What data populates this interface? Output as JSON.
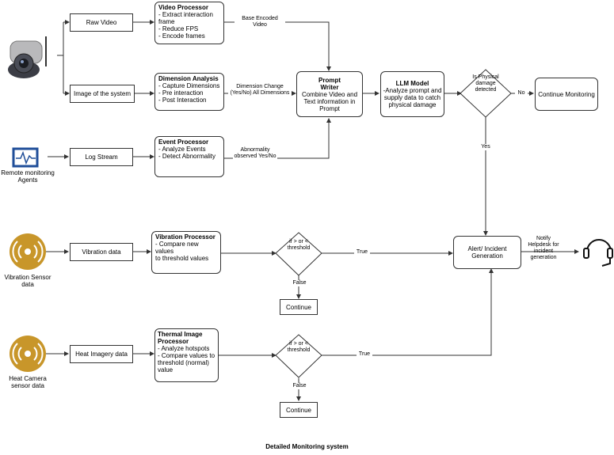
{
  "title": "Detailed Monitoring system",
  "sources": {
    "camera_icon": "security-camera-icon",
    "agents": "Remote monitoring Agents",
    "vibration": "Vibration Sensor data",
    "heat": "Heat Camera sensor data"
  },
  "inputs": {
    "raw_video": "Raw Video",
    "image_system": "Image of the system",
    "log_stream": "Log Stream",
    "vibration_data": "Vibration data",
    "heat_imagery": "Heat Imagery data"
  },
  "processors": {
    "video": {
      "title": "Video Processor",
      "lines": [
        "- Extract interaction frame",
        "- Reduce FPS",
        "-  Encode  frames"
      ]
    },
    "dimension": {
      "title": "Dimension Analysis",
      "lines": [
        "- Capture Dimensions",
        "- Pre interaction",
        "- Post Interaction"
      ]
    },
    "event": {
      "title": "Event Processor",
      "lines": [
        "- Analyze Events",
        "- Detect Abnormality"
      ]
    },
    "vibration": {
      "title": "Vibration Processor",
      "lines": [
        "- Compare new values",
        "to threshold values"
      ]
    },
    "thermal": {
      "title": "Thermal Image Processor",
      "lines": [
        "- Analyze hotspots",
        "- Compare values to",
        "threshold (normal)",
        "value"
      ]
    }
  },
  "edge_labels": {
    "base_encoded": "Base Encoded Video",
    "dimension_change": "Dimension Change (Yes/No) All Dimensions",
    "abnormality": "Abnormality observed Yes/No",
    "no": "No",
    "yes": "Yes",
    "true1": "True",
    "false1": "False",
    "true2": "True",
    "false2": "False",
    "notify": "Notify Helpdesk for incident generation"
  },
  "prompt_writer": {
    "title": "Prompt Writer",
    "text": "Combine Video and Text information in Prompt"
  },
  "llm": {
    "title": "LLM Model",
    "text": "-Analyze prompt and supply data to catch physical damage"
  },
  "decision_damage": "Is Physical damage detected",
  "continue_monitoring": "Continue Monitoring",
  "decision_threshold1": "if > or < threshold",
  "decision_threshold2": "if > or < threshold",
  "continue1": "Continue",
  "continue2": "Continue",
  "alert": "Alert/ Incident Generation",
  "helpdesk_icon": "headset-icon",
  "colors": {
    "sensor_gold": "#c8962a",
    "agent_blue": "#1f4e99",
    "line": "#333333"
  }
}
